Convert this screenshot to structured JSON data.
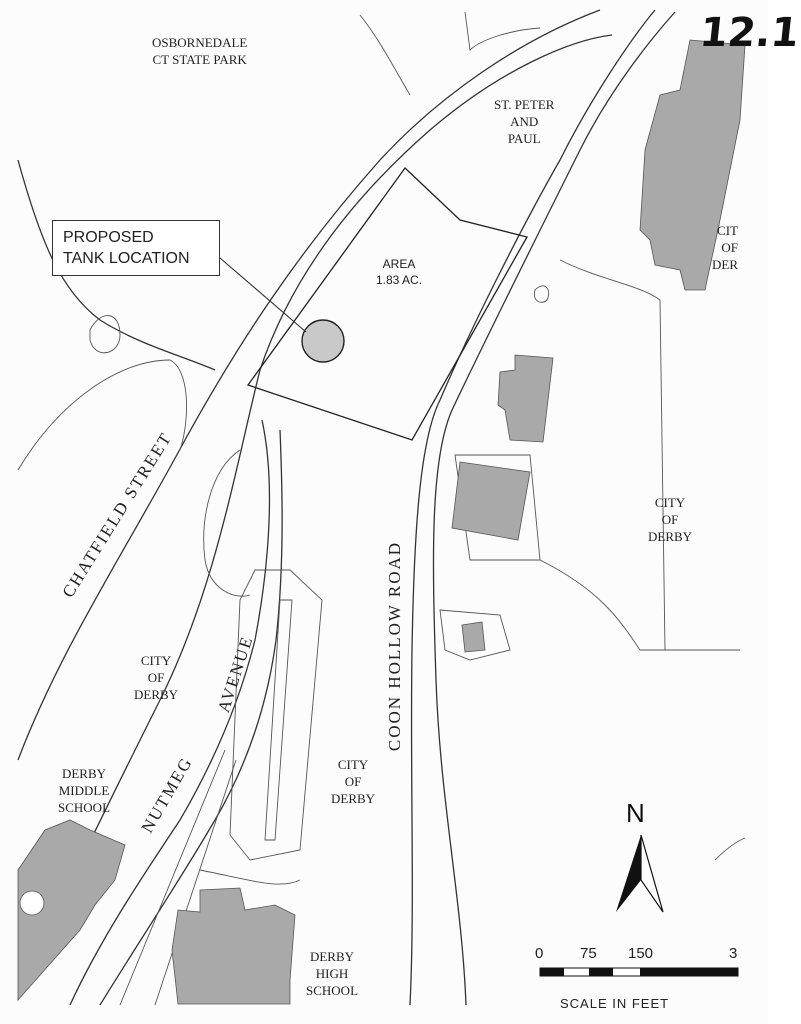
{
  "sheet_number": "12.1",
  "callout": {
    "line1": "PROPOSED",
    "line2": "TANK LOCATION"
  },
  "parcel": {
    "line1": "AREA",
    "line2": "1.83 AC."
  },
  "places": {
    "park": {
      "line1": "OSBORNEDALE",
      "line2": "CT STATE PARK"
    },
    "church": {
      "line1": "ST. PETER",
      "line2": "AND",
      "line3": "PAUL"
    },
    "city_right_edge": {
      "line1": "CIT",
      "line2": "OF",
      "line3": "DER"
    },
    "city_east": {
      "line1": "CITY",
      "line2": "OF",
      "line3": "DERBY"
    },
    "city_west": {
      "line1": "CITY",
      "line2": "OF",
      "line3": "DERBY"
    },
    "city_south": {
      "line1": "CITY",
      "line2": "OF",
      "line3": "DERBY"
    },
    "middle_school": {
      "line1": "DERBY",
      "line2": "MIDDLE",
      "line3": "SCHOOL"
    },
    "high_school": {
      "line1": "DERBY",
      "line2": "HIGH",
      "line3": "SCHOOL"
    }
  },
  "streets": {
    "chatfield": "CHATFIELD   STREET",
    "coon_hollow": "COON   HOLLOW   ROAD",
    "nutmeg": "NUTMEG",
    "avenue": "AVENUE"
  },
  "north_arrow": {
    "label": "N"
  },
  "scale_bar": {
    "ticks": [
      "0",
      "75",
      "150",
      "3"
    ],
    "title": "SCALE IN FEET"
  },
  "colors": {
    "building_fill": "#a9a9a9",
    "line": "#333333",
    "paper": "#fcfcfc"
  }
}
